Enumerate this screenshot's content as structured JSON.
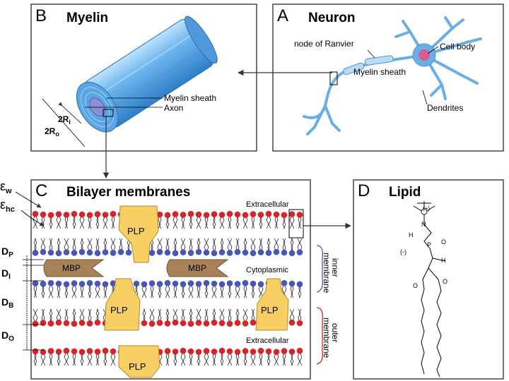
{
  "colors": {
    "myelin_blue": "#6aaee6",
    "lipid_head_red": "#d8232a",
    "lipid_head_blue": "#4a55b8",
    "plp_yellow": "#f7cf63",
    "mbp_brown": "#a98257",
    "inner_label": "#4a55b8",
    "outer_label": "#d8232a"
  },
  "panels": {
    "b": {
      "letter": "B",
      "title": "Myelin",
      "sheath": "Myelin sheath",
      "axon": "Axon",
      "ri": "2R",
      "ri_sub": "i",
      "ro": "2R",
      "ro_sub": "o"
    },
    "a": {
      "letter": "A",
      "title": "Neuron",
      "ranvier": "node of Ranvier",
      "cell_body": "Cell body",
      "sheath": "Myelin sheath",
      "dendrites": "Dendrites"
    },
    "c": {
      "letter": "C",
      "title": "Bilayer membranes",
      "ew": "ε",
      "ew_sub": "w",
      "ehc": "ε",
      "ehc_sub": "hc",
      "extracellular_top": "Extracellular",
      "cytoplasmic": "Cytoplasmic",
      "extracellular_bottom": "Extracellular",
      "plp": "PLP",
      "mbp": "MBP",
      "dp": "D",
      "dp_sub": "P",
      "di": "D",
      "di_sub": "I",
      "db": "D",
      "db_sub": "B",
      "do": "D",
      "do_sub": "O",
      "inner_1": "inner",
      "inner_2": "membrane",
      "outer_1": "outer",
      "outer_2": "membrane"
    },
    "d": {
      "letter": "D",
      "title": "Lipid",
      "h": "H",
      "o": "O",
      "minus": "(-)",
      "plus": "(+)",
      "n": "N",
      "p": "P"
    }
  }
}
